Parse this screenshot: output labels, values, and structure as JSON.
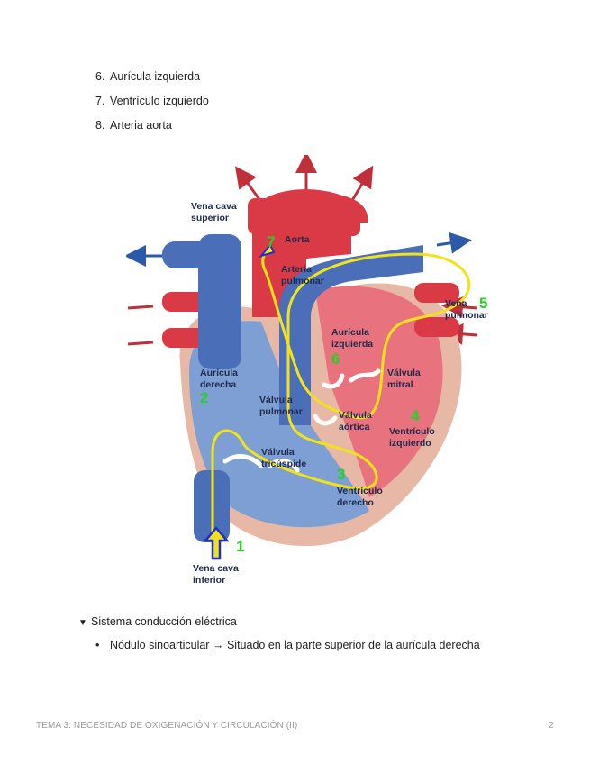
{
  "list": [
    {
      "num": "6.",
      "text": "Aurícula izquierda"
    },
    {
      "num": "7.",
      "text": "Ventrículo izquierdo"
    },
    {
      "num": "8.",
      "text": "Arteria aorta"
    }
  ],
  "diagram": {
    "labels": {
      "vena_cava_superior_1": "Vena cava",
      "vena_cava_superior_2": "superior",
      "aorta": "Aorta",
      "arteria_pulmonar_1": "Arteria",
      "arteria_pulmonar_2": "pulmonar",
      "vena_pulmonar_1": "Vena",
      "vena_pulmonar_2": "pulmonar",
      "auricula_izquierda_1": "Aurícula",
      "auricula_izquierda_2": "izquierda",
      "auricula_derecha_1": "Aurícula",
      "auricula_derecha_2": "derecha",
      "valvula_mitral_1": "Válvula",
      "valvula_mitral_2": "mitral",
      "valvula_pulmonar_1": "Válvula",
      "valvula_pulmonar_2": "pulmonar",
      "valvula_aortica_1": "Válvula",
      "valvula_aortica_2": "aórtica",
      "ventriculo_izquierdo_1": "Ventrículo",
      "ventriculo_izquierdo_2": "izquierdo",
      "valvula_tricuspide_1": "Válvula",
      "valvula_tricuspide_2": "tricúspide",
      "ventriculo_derecho_1": "Ventrículo",
      "ventriculo_derecho_2": "derecho",
      "vena_cava_inferior_1": "Vena cava",
      "vena_cava_inferior_2": "inferior"
    },
    "annotations": [
      "1",
      "2",
      "3",
      "4",
      "5",
      "6",
      "7"
    ],
    "colors": {
      "deoxygenated": "#4a6fb8",
      "oxygenated": "#d93a45",
      "heart_wall": "#e8b8a6",
      "path": "#f2e21b",
      "numbers": "#22d322",
      "start_arrow": "#1f2fc9"
    }
  },
  "section": {
    "marker": "▼",
    "title": "Sistema conducción eléctrica"
  },
  "bullet": {
    "marker": "•",
    "term": "Nódulo sinoarticular",
    "arrow": "→",
    "text": "Situado en la parte superior de la aurícula derecha"
  },
  "footer": {
    "title": "TEMA 3: NECESIDAD DE OXIGENACIÓN Y CIRCULACIÓN (II)",
    "page": "2"
  }
}
